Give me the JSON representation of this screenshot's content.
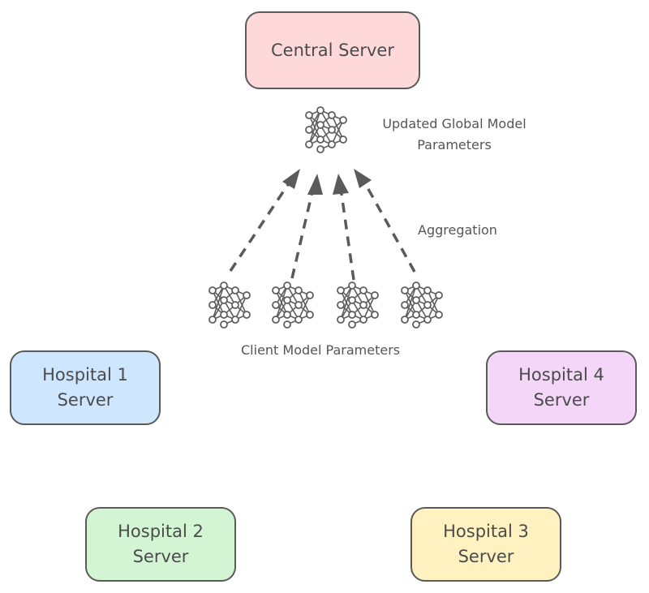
{
  "nodes": {
    "central": {
      "label": "Central Server",
      "fill": "#ffd9d9"
    },
    "hospital1": {
      "label": "Hospital 1\nServer",
      "fill": "#cfe6ff"
    },
    "hospital2": {
      "label": "Hospital 2\nServer",
      "fill": "#d3f5d3"
    },
    "hospital3": {
      "label": "Hospital 3\nServer",
      "fill": "#fff2c0"
    },
    "hospital4": {
      "label": "Hospital 4\nServer",
      "fill": "#f3d6f8"
    }
  },
  "labels": {
    "global_model": "Updated Global Model\nParameters",
    "aggregation": "Aggregation",
    "client_model": "Client Model Parameters"
  },
  "colors": {
    "stroke": "#5a5a5a",
    "arrow": "#5a5a5a"
  },
  "icons": {
    "model": "neural-network-icon"
  }
}
